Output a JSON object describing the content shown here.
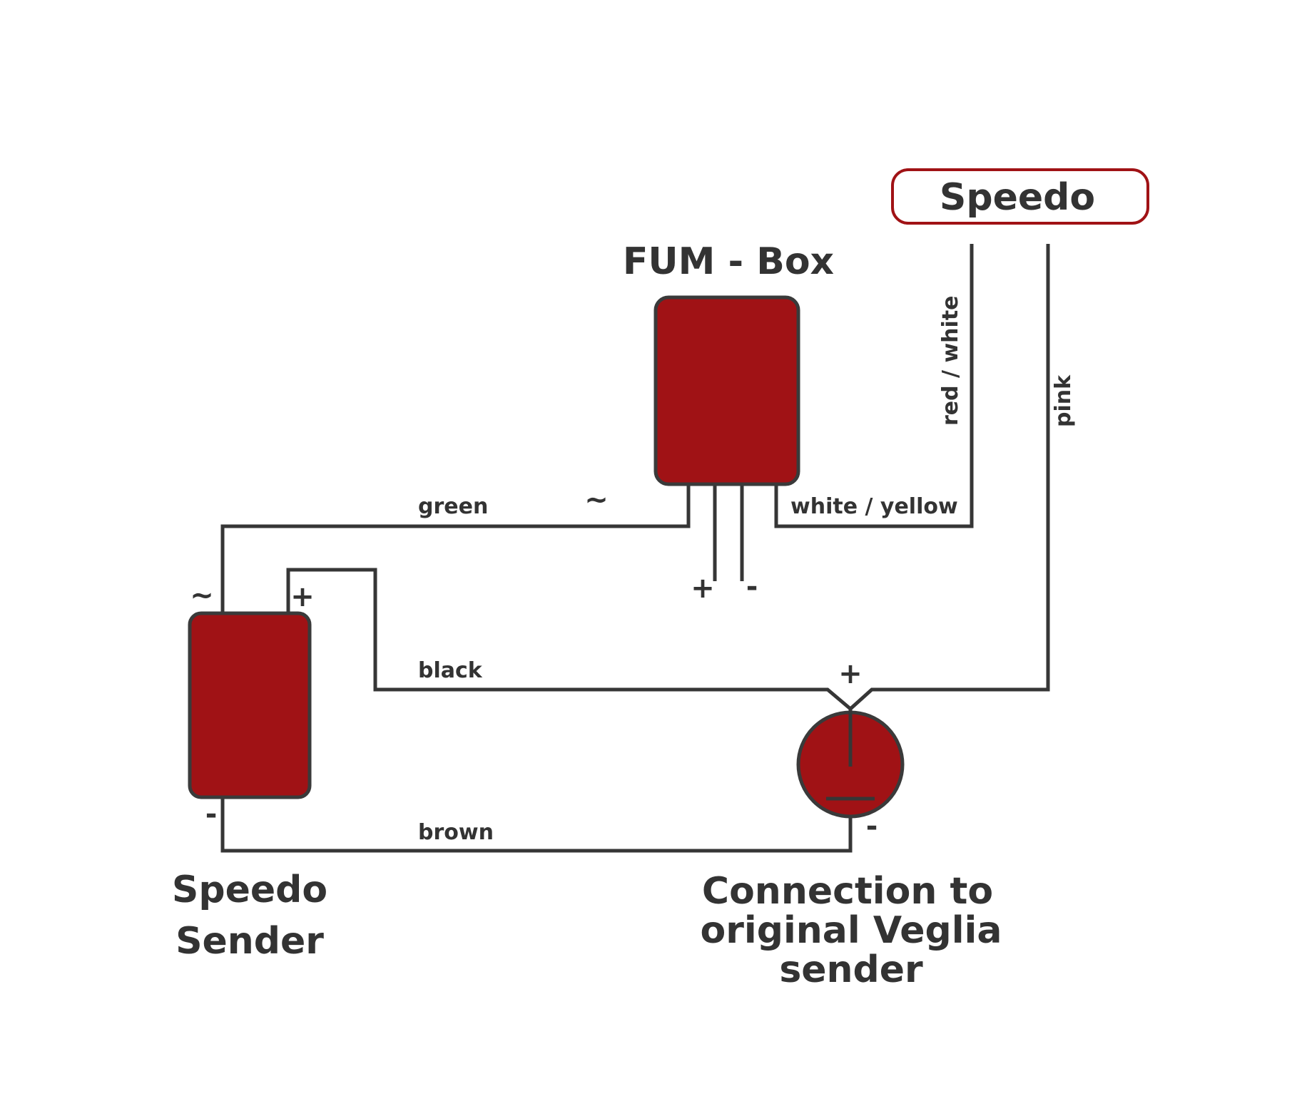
{
  "colors": {
    "component_fill": "#a01215",
    "wire": "#363636",
    "text": "#333333",
    "speedo_border": "#a01215"
  },
  "components": {
    "speedo": {
      "label": "Speedo"
    },
    "fum_box": {
      "label": "FUM - Box"
    },
    "speedo_sender": {
      "line1": "Speedo",
      "line2": "Sender"
    },
    "veglia_sender": {
      "line1": "Connection to",
      "line2": "original Veglia",
      "line3": "sender"
    }
  },
  "wires": {
    "green": "green",
    "white_yellow": "white / yellow",
    "red_white": "red / white",
    "pink": "pink",
    "black": "black",
    "brown": "brown"
  },
  "terminals": {
    "fum_tilde": "~",
    "fum_plus": "+",
    "fum_minus": "-",
    "sender_tilde": "~",
    "sender_plus": "+",
    "sender_minus": "-",
    "veglia_plus": "+",
    "veglia_minus": "-"
  }
}
